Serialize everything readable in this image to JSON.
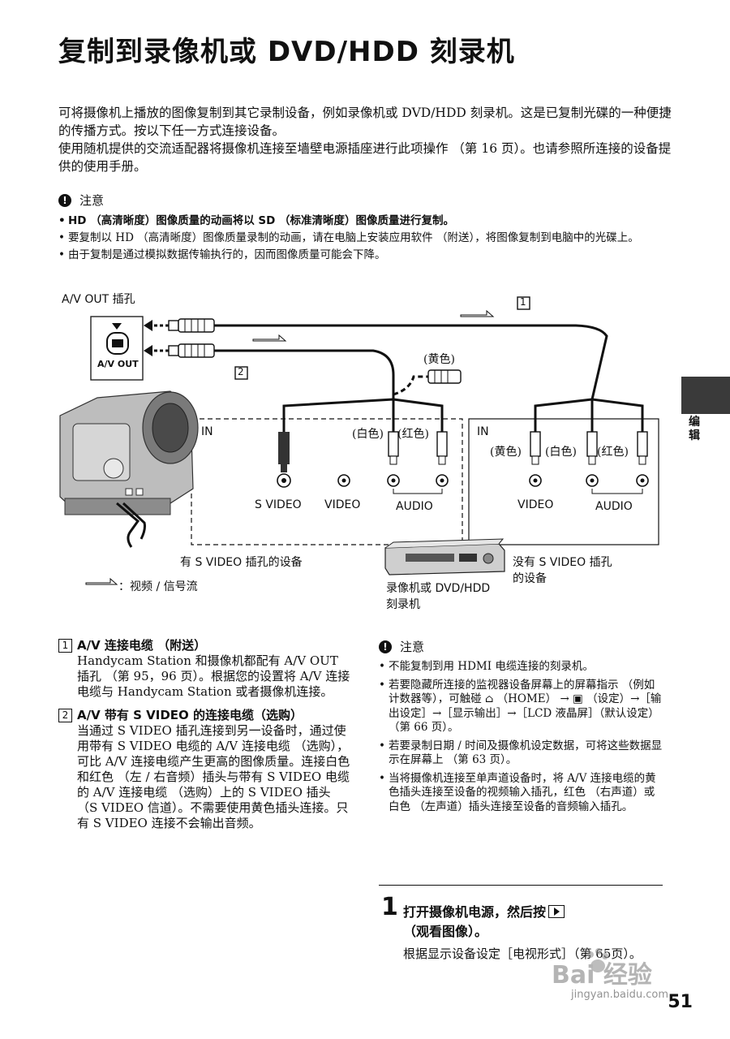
{
  "title": "复制到录像机或 DVD/HDD 刻录机",
  "intro": [
    "可将摄像机上播放的图像复制到其它录制设备，例如录像机或 DVD/HDD 刻录机。这是已复制光碟的一种便捷的传播方式。按以下任一方式连接设备。",
    "使用随机提供的交流适配器将摄像机连接至墙壁电源插座进行此项操作 （第 16 页）。也请参照所连接的设备提供的使用手册。"
  ],
  "note1": {
    "icon": "!",
    "heading": "注意",
    "items": [
      "HD （高清晰度）图像质量的动画将以 SD （标准清晰度）图像质量进行复制。",
      "要复制以 HD （高清晰度）图像质量录制的动画，请在电脑上安装应用软件 （附送），将图像复制到电脑中的光碟上。",
      "由于复制是通过模拟数据传输执行的，因而图像质量可能会下降。"
    ]
  },
  "diagram": {
    "av_out_jack": "A/V OUT 插孔",
    "jack_label": "A/V OUT",
    "cable1": "1",
    "cable2": "2",
    "yellow_top": "(黄色)",
    "in_left": "IN",
    "in_right": "IN",
    "white_left": "(白色)",
    "red_left": "(红色)",
    "yellow_right": "(黄色)",
    "white_right": "(白色)",
    "red_right": "(红色)",
    "svideo": "S VIDEO",
    "video_left": "VIDEO",
    "audio_left": "AUDIO",
    "video_right": "VIDEO",
    "audio_right": "AUDIO",
    "with_svideo": "有 S VIDEO 插孔的设备",
    "without_svideo_1": "没有 S VIDEO 插孔",
    "without_svideo_2": "的设备",
    "recorder_1": "录像机或 DVD/HDD",
    "recorder_2": "刻录机",
    "flow_legend": "：视频 / 信号流"
  },
  "side_tab": "编辑",
  "items": [
    {
      "num": "1",
      "title": "A/V 连接电缆 （附送）",
      "text": "Handycam Station 和摄像机都配有 A/V OUT 插孔 （第 95，96 页）。根据您的设置将 A/V 连接电缆与 Handycam Station 或者摄像机连接。"
    },
    {
      "num": "2",
      "title": "A/V 带有 S VIDEO 的连接电缆（选购）",
      "text": "当通过 S VIDEO 插孔连接到另一设备时，通过使用带有 S VIDEO 电缆的 A/V 连接电缆 （选购），可比 A/V 连接电缆产生更高的图像质量。连接白色和红色 （左 / 右音频）插头与带有 S VIDEO 电缆的 A/V 连接电缆 （选购）上的 S VIDEO 插头 （S VIDEO 信道）。不需要使用黄色插头连接。只有 S VIDEO 连接不会输出音频。"
    }
  ],
  "note2": {
    "icon": "!",
    "heading": "注意",
    "items": [
      "不能复制到用 HDMI 电缆连接的刻录机。",
      "若要隐藏所连接的监视器设备屏幕上的屏幕指示 （例如计数器等），可触碰 ⌂ （HOME） → ▣ （设定）→［输出设定］→［显示输出］→［LCD 液晶屏］（默认设定）（第 66 页）。",
      "若要录制日期 / 时间及摄像机设定数据，可将这些数据显示在屏幕上 （第 63 页）。",
      "当将摄像机连接至单声道设备时，将 A/V 连接电缆的黄色插头连接至设备的视频输入插孔，红色 （右声道）或白色 （左声道）插头连接至设备的音频输入插孔。"
    ]
  },
  "step": {
    "num": "1",
    "title_a": "打开摄像机电源，然后按",
    "title_b": "（观看图像）。",
    "sub": "根据显示设备设定［电视形式］（第 65页）。"
  },
  "watermark": {
    "logo": "Bai 经验",
    "url": "jingyan.baidu.com"
  },
  "page_number": "51"
}
